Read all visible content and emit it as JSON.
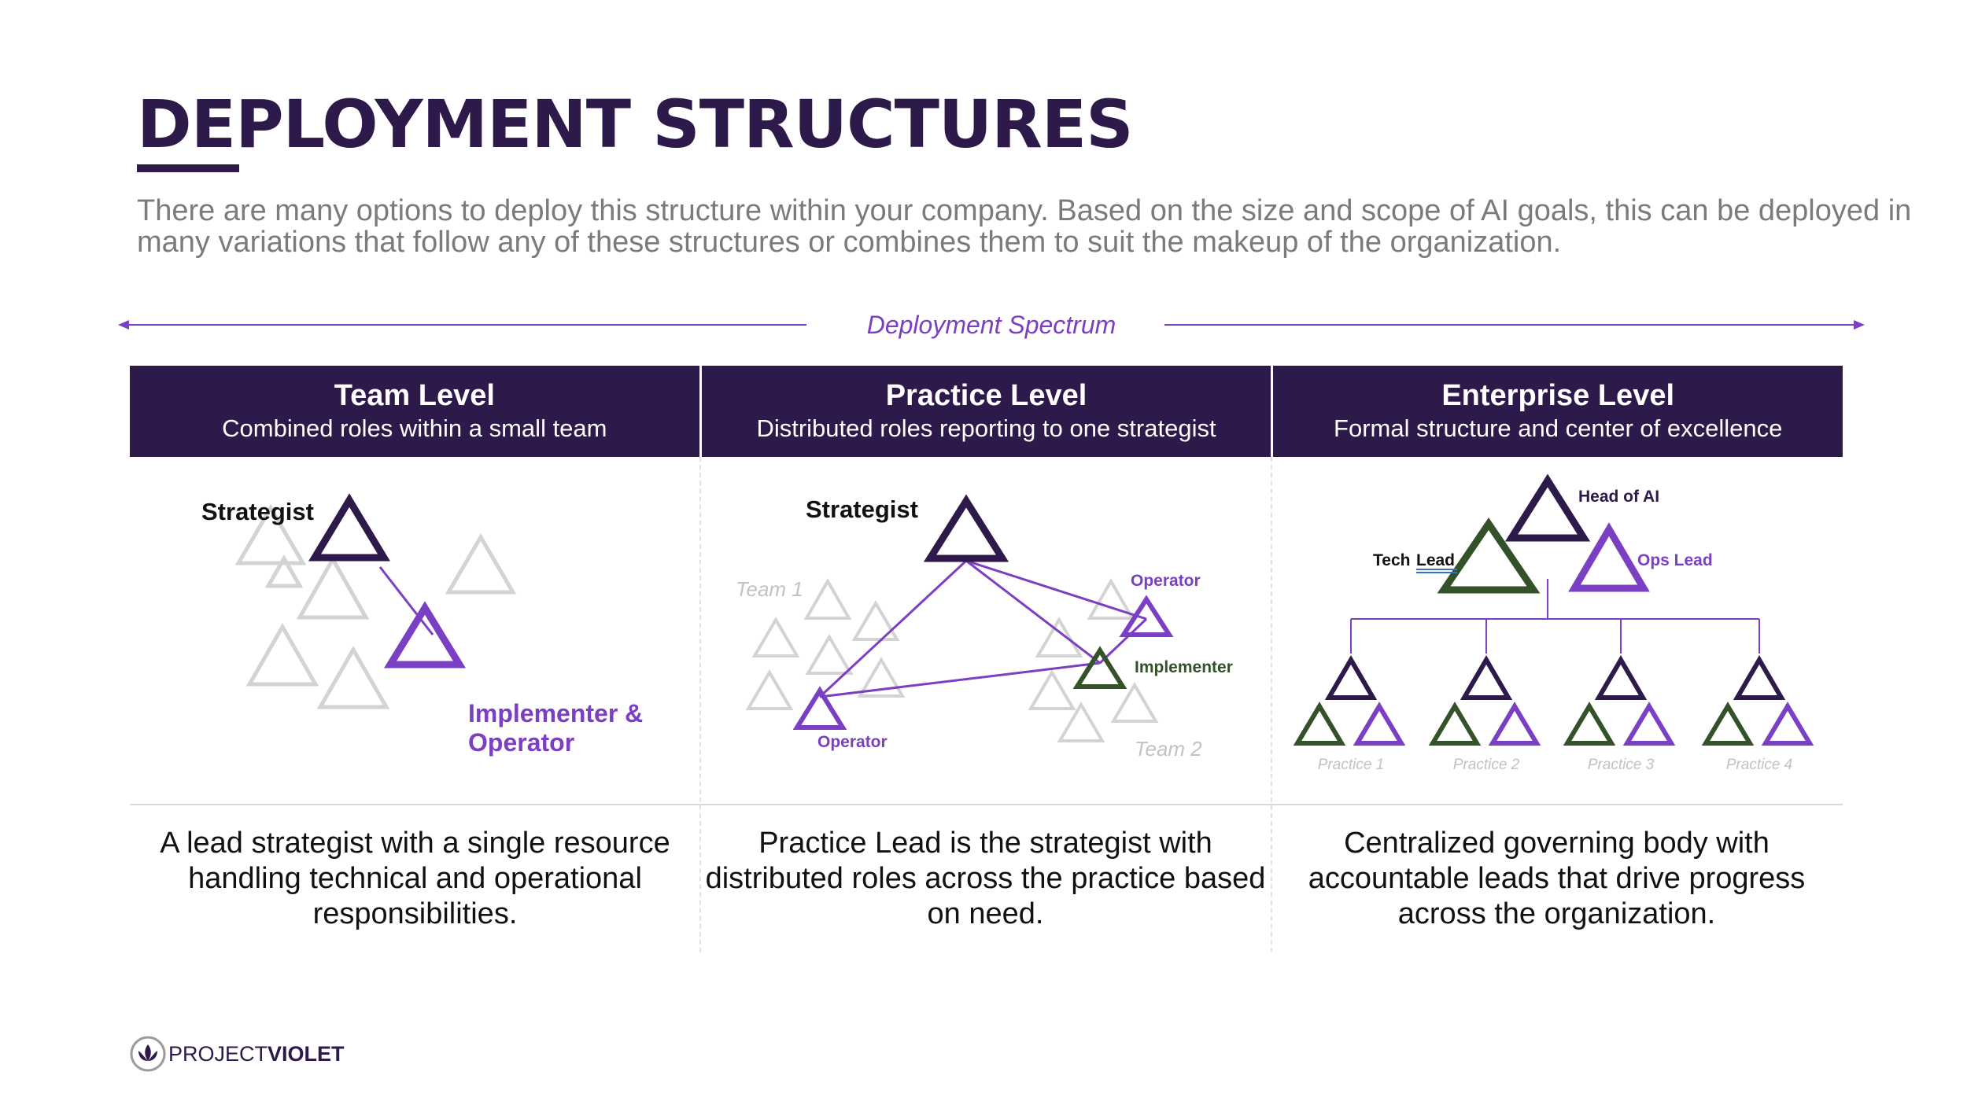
{
  "page": {
    "title": "DEPLOYMENT STRUCTURES",
    "intro": "There are many options to deploy this structure within your company. Based on the size and scope of AI goals, this can be deployed in many variations that follow any of these structures or combines them to suit the makeup of the organization.",
    "spectrum_label": "Deployment Spectrum"
  },
  "columns": [
    {
      "title": "Team Level",
      "subtitle": "Combined roles within a small team",
      "description": "A lead strategist with a single resource handling technical and operational responsibilities."
    },
    {
      "title": "Practice Level",
      "subtitle": "Distributed roles reporting to one strategist",
      "description": "Practice Lead is the strategist with distributed roles across the practice based on need."
    },
    {
      "title": "Enterprise Level",
      "subtitle": "Formal structure and center of excellence",
      "description": "Centralized governing body with accountable leads that drive progress across the organization."
    }
  ],
  "team_diagram": {
    "strategist": "Strategist",
    "implementer_line1": "Implementer &",
    "implementer_line2": "Operator"
  },
  "practice_diagram": {
    "strategist": "Strategist",
    "team1": "Team 1",
    "team2": "Team 2",
    "operator_right": "Operator",
    "implementer": "Implementer",
    "operator_left": "Operator"
  },
  "enterprise_diagram": {
    "head": "Head of AI",
    "tech_lead_1": "Tech",
    "tech_lead_2": "Lead",
    "ops_lead": "Ops Lead",
    "practices": [
      "Practice 1",
      "Practice 2",
      "Practice 3",
      "Practice 4"
    ]
  },
  "brand": {
    "prefix": "PROJECT",
    "suffix": "VIOLET"
  },
  "colors": {
    "navy": "#2e1a4a",
    "violet": "#7b3fc3",
    "green": "#34522a",
    "light_gray": "#d3d3d3",
    "body_gray": "#7b7b7b"
  }
}
